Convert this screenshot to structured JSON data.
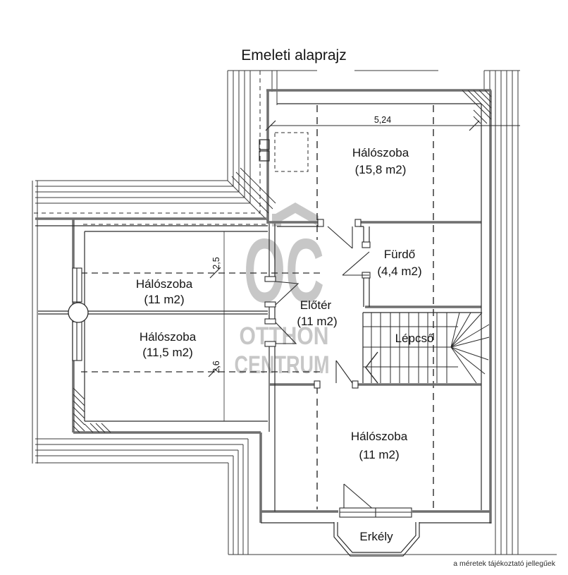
{
  "title": "Emeleti alaprajz",
  "footer_note": "a méretek tájékoztató jellegűek",
  "watermark": {
    "monogram": "OC",
    "line1": "OTTHON",
    "line2": "CENTRUM"
  },
  "rooms": {
    "bedroom_top": {
      "name": "Hálószoba",
      "area": "(15,8 m2)"
    },
    "bathroom": {
      "name": "Fürdő",
      "area": "(4,4 m2)"
    },
    "bedroom_left_upper": {
      "name": "Hálószoba",
      "area": "(11 m2)"
    },
    "bedroom_left_lower": {
      "name": "Hálószoba",
      "area": "(11,5 m2)"
    },
    "hall": {
      "name": "Előtér",
      "area": "(11 m2)"
    },
    "staircase": {
      "name": "Lépcső"
    },
    "bedroom_bottom": {
      "name": "Hálószoba",
      "area": "(11 m2)"
    },
    "balcony": {
      "name": "Erkély"
    }
  },
  "dimensions": {
    "top_width": "5,24",
    "left_upper_depth": "2,5",
    "left_lower_depth": "2,6"
  },
  "colors": {
    "line": "#2b2b2b",
    "wall": "#6f6f6f",
    "watermark": "#c7c7c7",
    "background": "#ffffff"
  }
}
